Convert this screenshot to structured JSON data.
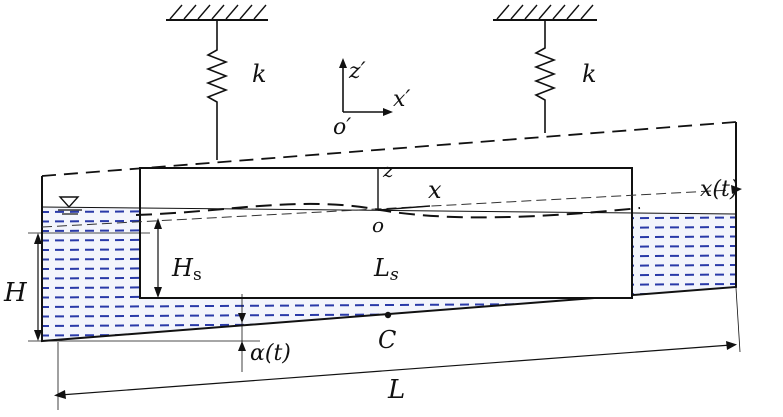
{
  "labels": {
    "spring_left_k": "k",
    "spring_right_k": "k",
    "global_z": "z′",
    "global_x": "x′",
    "global_origin": "o′",
    "local_z": "z",
    "local_x": "x",
    "local_origin": "o",
    "xt": "x(t)",
    "H_main": "H",
    "Hs_main": "H",
    "Hs_sub": "s",
    "Ls": "L",
    "Ls_sub": "s",
    "C": "C",
    "alpha": "α(t)",
    "L": "L"
  },
  "colors": {
    "ink": "#111111",
    "liquid_dash": "#2a3aa8",
    "liquid_fill": "#dde3f6"
  },
  "icons": {
    "free_surface_marker": "inverted-triangle-icon",
    "ground_hatch": "hatched-ground-icon",
    "spring": "zigzag-spring-icon"
  }
}
